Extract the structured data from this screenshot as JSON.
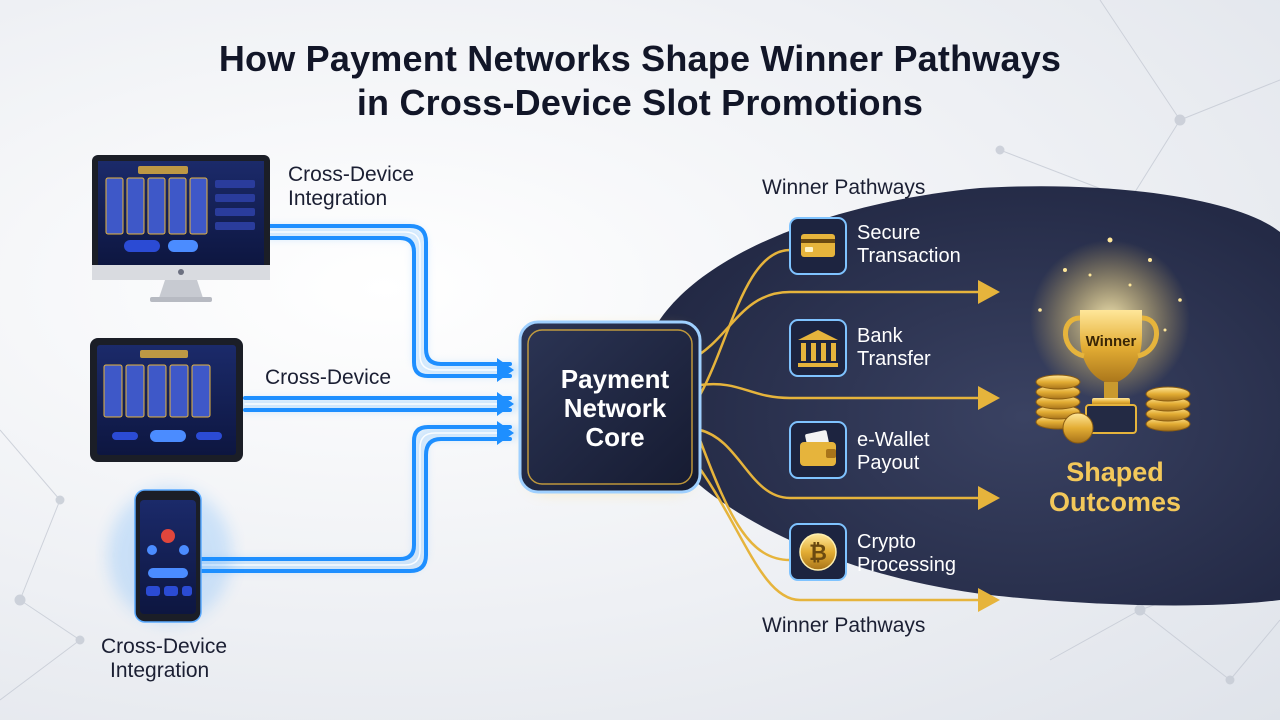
{
  "title": {
    "line1": "How Payment Networks Shape Winner Pathways",
    "line2": "in Cross-Device Slot Promotions"
  },
  "devices": {
    "desktop": {
      "label_line1": "Cross-Device",
      "label_line2": "Integration",
      "screen_title": "CASINO"
    },
    "tablet": {
      "label": "Cross-Device",
      "screen_title": "CASINO"
    },
    "phone": {
      "label_line1": "Cross-Device",
      "label_line2": "Integration"
    }
  },
  "core": {
    "line1": "Payment",
    "line2": "Network",
    "line3": "Core"
  },
  "pathways": {
    "header_top": "Winner Pathways",
    "header_bottom": "Winner Pathways",
    "items": [
      {
        "line1": "Secure",
        "line2": "Transaction",
        "icon": "credit-card-icon"
      },
      {
        "line1": "Bank",
        "line2": "Transfer",
        "icon": "bank-icon"
      },
      {
        "line1": "e-Wallet",
        "line2": "Payout",
        "icon": "wallet-icon"
      },
      {
        "line1": "Crypto",
        "line2": "Processing",
        "icon": "bitcoin-icon"
      }
    ]
  },
  "outcome": {
    "trophy_label": "Winner",
    "line1": "Shaped",
    "line2": "Outcomes"
  },
  "colors": {
    "blue": "#1e8fff",
    "gold": "#e6b43c",
    "navy": "#232a44"
  }
}
